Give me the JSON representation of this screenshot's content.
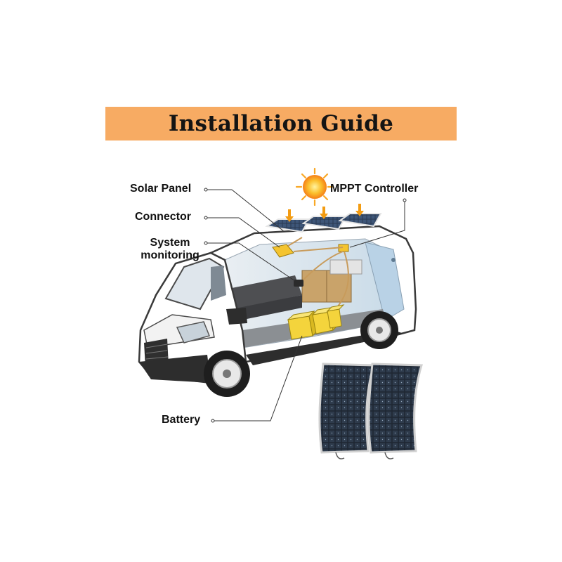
{
  "header": {
    "title": "Installation Guide"
  },
  "labels": {
    "solar_panel": "Solar Panel",
    "connector": "Connector",
    "system_monitoring_line1": "System",
    "system_monitoring_line2": "monitoring",
    "mppt_controller": "MPPT Controller",
    "battery": "Battery"
  },
  "colors": {
    "banner": "#f7ab63",
    "sun": "#f9a825",
    "battery": "#f4d43c",
    "van_body": "#ffffff",
    "van_interior": "#d7e4ee"
  },
  "icons": [
    "sun-icon"
  ]
}
